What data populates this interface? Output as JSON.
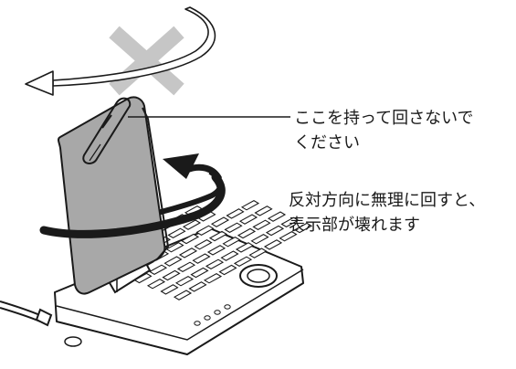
{
  "diagram": {
    "note_hold": {
      "line1": "ここを持って回さないで",
      "line2": "ください"
    },
    "note_warn": {
      "line1": "反対方向に無理に回すと、",
      "line2": "表示部が壊れます"
    }
  },
  "colors": {
    "outline": "#1a1a1a",
    "screen_gray": "#a8a8a8",
    "prohibit_x": "#c6c6c6",
    "rotate_arrow": "#1a1a1a",
    "wrong_arrow_fill": "#ffffff"
  }
}
